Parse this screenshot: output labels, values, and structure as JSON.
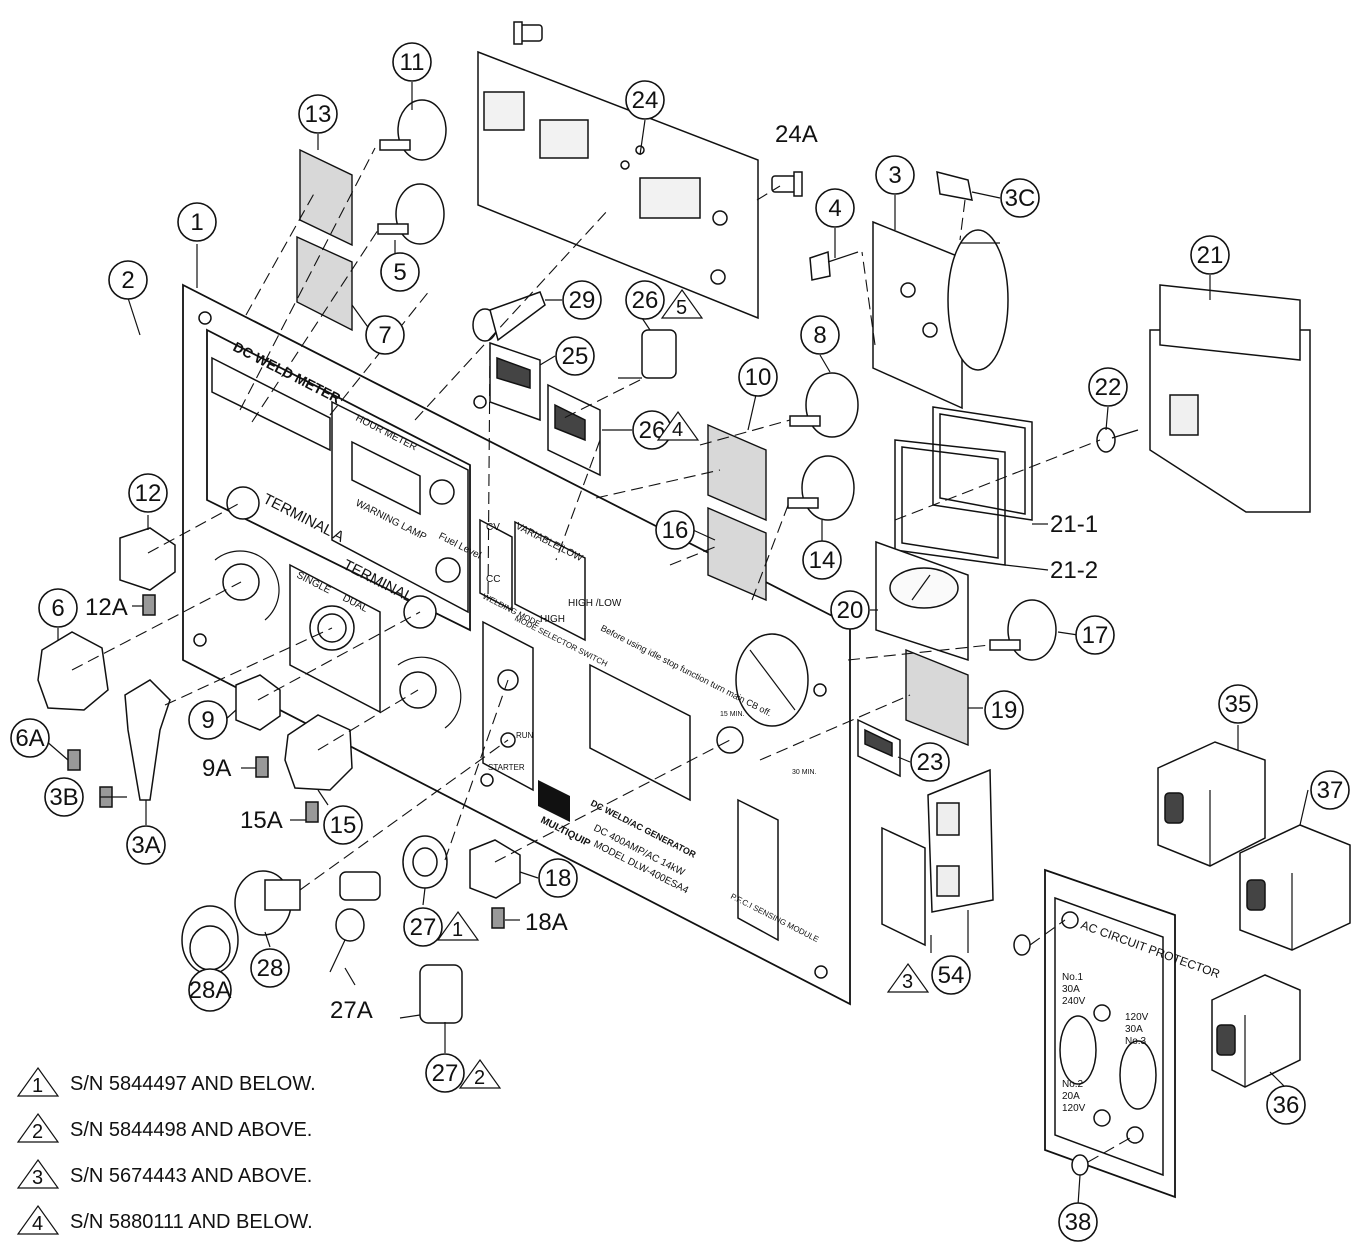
{
  "callouts": [
    {
      "id": "1",
      "label": "1"
    },
    {
      "id": "2",
      "label": "2"
    },
    {
      "id": "3",
      "label": "3"
    },
    {
      "id": "3A",
      "label": "3A"
    },
    {
      "id": "3B",
      "label": "3B"
    },
    {
      "id": "3C",
      "label": "3C"
    },
    {
      "id": "4",
      "label": "4"
    },
    {
      "id": "5",
      "label": "5"
    },
    {
      "id": "6",
      "label": "6"
    },
    {
      "id": "6A",
      "label": "6A"
    },
    {
      "id": "7",
      "label": "7"
    },
    {
      "id": "8",
      "label": "8"
    },
    {
      "id": "9",
      "label": "9"
    },
    {
      "id": "10",
      "label": "10"
    },
    {
      "id": "11",
      "label": "11"
    },
    {
      "id": "12",
      "label": "12"
    },
    {
      "id": "13",
      "label": "13"
    },
    {
      "id": "14",
      "label": "14"
    },
    {
      "id": "15",
      "label": "15"
    },
    {
      "id": "16",
      "label": "16"
    },
    {
      "id": "17",
      "label": "17"
    },
    {
      "id": "18",
      "label": "18"
    },
    {
      "id": "19",
      "label": "19"
    },
    {
      "id": "20",
      "label": "20"
    },
    {
      "id": "21",
      "label": "21"
    },
    {
      "id": "22",
      "label": "22"
    },
    {
      "id": "23",
      "label": "23"
    },
    {
      "id": "24",
      "label": "24"
    },
    {
      "id": "25",
      "label": "25"
    },
    {
      "id": "26a",
      "label": "26"
    },
    {
      "id": "26b",
      "label": "26"
    },
    {
      "id": "27a",
      "label": "27"
    },
    {
      "id": "27b",
      "label": "27"
    },
    {
      "id": "28",
      "label": "28"
    },
    {
      "id": "28A",
      "label": "28A"
    },
    {
      "id": "29",
      "label": "29"
    },
    {
      "id": "35",
      "label": "35"
    },
    {
      "id": "36",
      "label": "36"
    },
    {
      "id": "37",
      "label": "37"
    },
    {
      "id": "38",
      "label": "38"
    },
    {
      "id": "54",
      "label": "54"
    }
  ],
  "free_labels": {
    "l24A": "24A",
    "l12A": "12A",
    "l9A": "9A",
    "l15A": "15A",
    "l18A": "18A",
    "l27A": "27A",
    "l21_1": "21-1",
    "l21_2": "21-2"
  },
  "revision_marks": {
    "m26top": "5",
    "m26mid": "4",
    "m27top": "1",
    "m27bot": "2",
    "m54": "3"
  },
  "notes": [
    {
      "mark": "1",
      "text": "S/N 5844497 AND BELOW."
    },
    {
      "mark": "2",
      "text": "S/N 5844498 AND ABOVE."
    },
    {
      "mark": "3",
      "text": "S/N 5674443 AND ABOVE."
    },
    {
      "mark": "4",
      "text": "S/N 5880111 AND BELOW."
    }
  ],
  "panel_text": {
    "dc_weld_meter": "DC WELD METER",
    "hour_meter": "HOUR METER",
    "warning_lamp": "WARNING LAMP",
    "fuel_level": "Fuel Level",
    "terminal_a": "TERMINAL A",
    "terminal_b": "TERMINAL B",
    "single": "SINGLE",
    "dual": "DUAL",
    "cv": "CV",
    "cc": "CC",
    "welding_mode": "WELDING MODE",
    "variable_low": "VARIABLE/LOW",
    "high": "HIGH",
    "high_low": "HIGH /LOW",
    "mode_selector": "MODE SELECTOR SWITCH",
    "idle_stop_notice": "Before using idle stop function turn main CB off.",
    "brand": "MULTIQUIP",
    "model_line1": "DC WELD/AC GENERATOR",
    "model_line2": "DC 400AMP/AC 14kW",
    "model_line3": "MODEL  DLW-400ESA4",
    "min15": "15 MIN.",
    "min30": "30 MIN.",
    "starter": "STARTER",
    "run": "RUN",
    "pfc": "P.F.C.I SENSING MODULE",
    "ac_circuit": "AC CIRCUIT PROTECTOR",
    "cb1a": "No.1",
    "cb1b": "30A",
    "cb1c": "240V",
    "cb3a": "120V",
    "cb3b": "30A",
    "cb3c": "No.3",
    "cb2a": "No.2",
    "cb2b": "20A",
    "cb2c": "120V"
  }
}
